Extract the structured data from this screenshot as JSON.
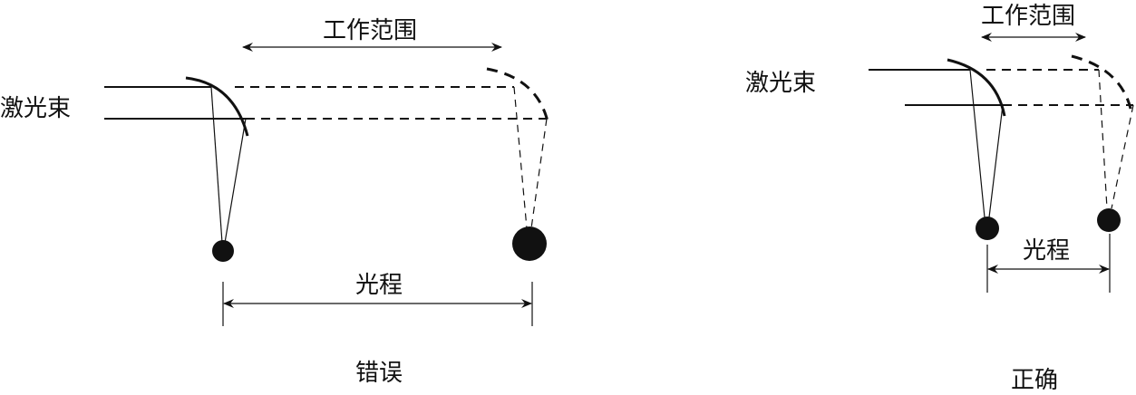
{
  "left_panel": {
    "work_range_label": "工作范围",
    "laser_label": "激光束",
    "path_label": "光程",
    "caption": "错误"
  },
  "right_panel": {
    "work_range_label": "工作范围",
    "laser_label": "激光束",
    "path_label": "光程",
    "caption": "正确"
  }
}
